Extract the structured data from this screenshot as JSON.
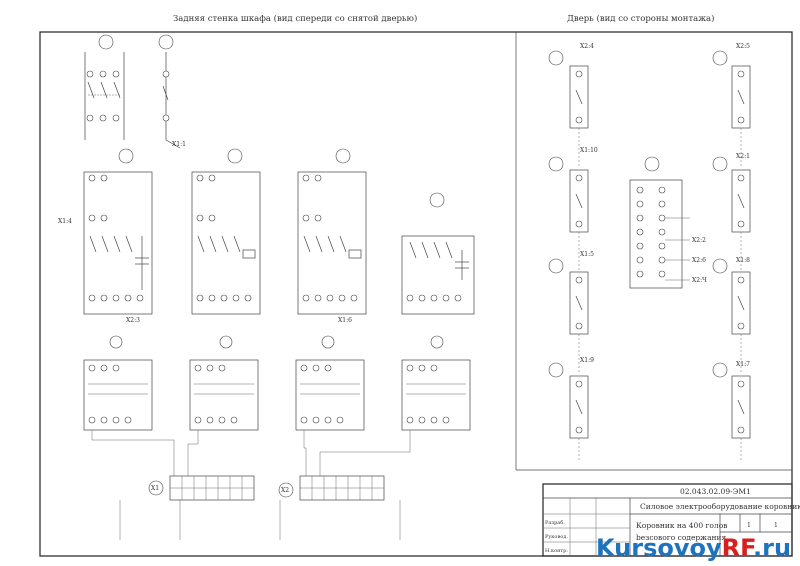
{
  "back_wall_title": "Задняя стенка шкафа (вид спереди со снятой дверью)",
  "door_title": "Дверь (вид со стороны монтажа)",
  "terminal_labels": {
    "x14": "X1:4",
    "x110": "X1:10",
    "x15": "X1:5",
    "x16": "X1:6",
    "x17": "X1:7",
    "x18": "X1:8",
    "x19": "X1:9",
    "x11": "X1:1",
    "x21": "X2:1",
    "x22": "X2:2",
    "x23": "X2:3",
    "x24": "X2:4",
    "x25": "X2:5",
    "x26": "X2:6",
    "x2x": "X2:Ч",
    "x1": "X1",
    "x2": "X2"
  },
  "title_block": {
    "code": "02.043.02.09-ЭМ1",
    "title": "Силовое электрооборудование коровника",
    "subtitle": "Коровник на 400 голов",
    "subtitle2": "beзсового содержания",
    "role_dev": "Разраб.",
    "role_check": "Руковод.",
    "role_control": "Н.контр.",
    "sheet_no": "1",
    "sheets": "1"
  },
  "watermark": {
    "part1": "Kursovoy",
    "part2": "RF",
    "part3": ".ru"
  },
  "colors": {
    "wm_blue": "#1e73be",
    "wm_red": "#d81e1e",
    "line": "#444444"
  }
}
